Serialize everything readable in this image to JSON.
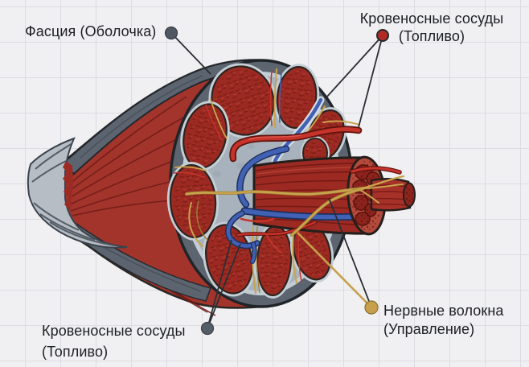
{
  "labels": {
    "fascia": {
      "text": "Фасция (Оболочка)"
    },
    "vessels_top": {
      "line1": "Кровеносные сосуды",
      "line2": "(Топливо)"
    },
    "vessels_bottom": {
      "line1": "Кровеносные сосуды",
      "line2": "(Топливо)"
    },
    "nerves": {
      "line1": "Нервные волокна",
      "line2": "(Управление)"
    }
  },
  "markers": {
    "fascia": {
      "color": "#4f5763",
      "shape": "circle"
    },
    "vessels_top": {
      "color": "#b02c24",
      "shape": "circle"
    },
    "vessels_bottom": {
      "color": "#545e69",
      "shape": "circle"
    },
    "nerves": {
      "color": "#c6a04c",
      "shape": "circle"
    }
  },
  "palette": {
    "background": "#f0f0f2",
    "grid_line": "#dcdde1",
    "text": "#1d1f23",
    "muscle_red": "#a2342b",
    "fascicle_red": "#9c2a22",
    "fascia_gray": "#5c646f",
    "tendon_gray": "#b7bdc5",
    "perimysium_gray_blue": "#a8b2bc",
    "artery_red": "#c5342b",
    "vein_blue": "#4161b4",
    "nerve_yellow": "#c9a44e",
    "leader_line": "#2b2e34"
  }
}
